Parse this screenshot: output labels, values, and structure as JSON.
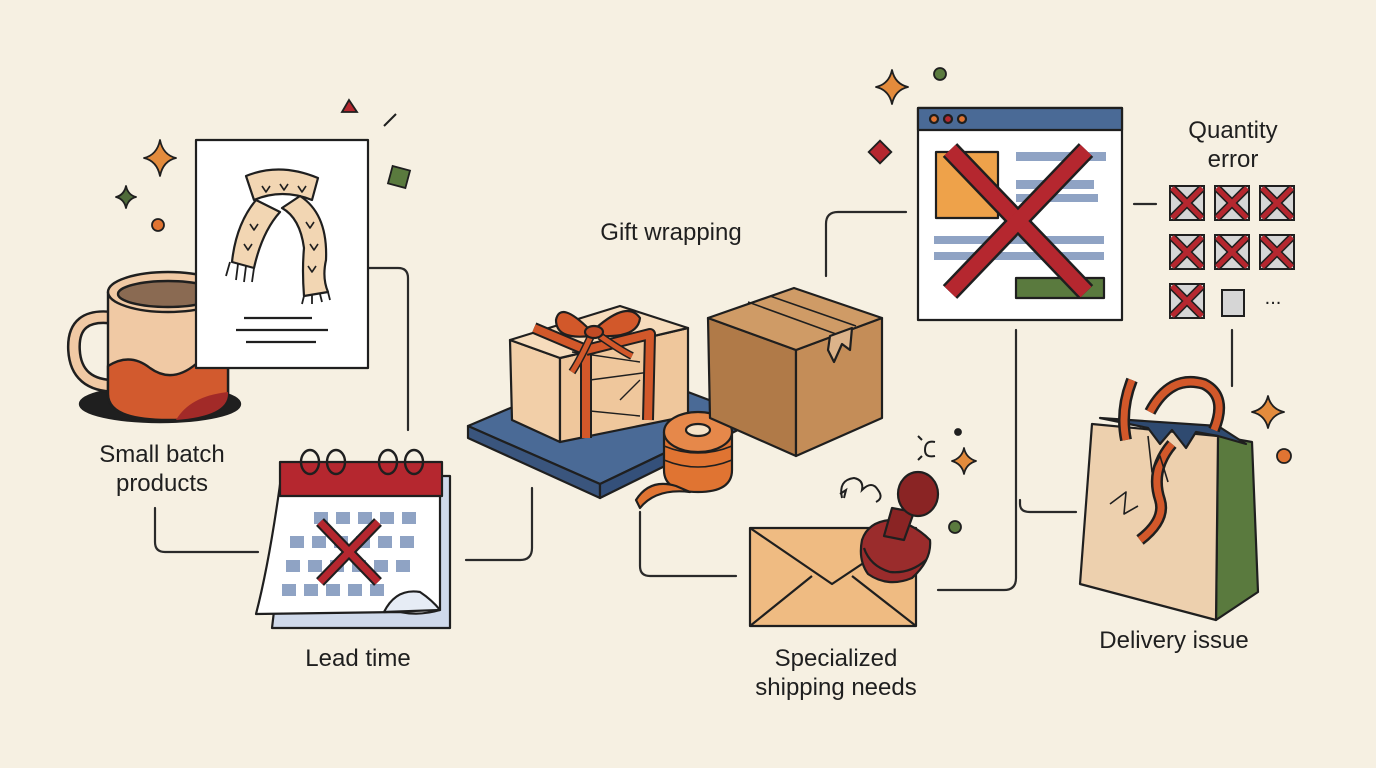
{
  "labels": {
    "small_batch": [
      "Small batch",
      "products"
    ],
    "lead_time": "Lead time",
    "gift_wrapping": "Gift wrapping",
    "specialized_shipping": [
      "Specialized",
      "shipping needs"
    ],
    "quantity_error": [
      "Quantity",
      "error"
    ],
    "delivery_issue": "Delivery issue",
    "ellipsis": "..."
  },
  "colors": {
    "background": "#f6f0e2",
    "outline": "#1f1f1f",
    "red": "#b5272f",
    "orange": "#e07432",
    "tan": "#e9c49a",
    "kraft": "#b07a48",
    "navy": "#4a6a96",
    "green": "#5a7a3e",
    "blue_grid": "#8fa3c4"
  },
  "icons": [
    "mug-icon",
    "scarf-card-icon",
    "calendar-icon",
    "gift-box-icon",
    "ribbon-spool-icon",
    "shipping-box-icon",
    "envelope-icon",
    "stamp-icon",
    "browser-window-icon",
    "quantity-grid-icon",
    "torn-bag-icon",
    "sparkle-icon"
  ]
}
